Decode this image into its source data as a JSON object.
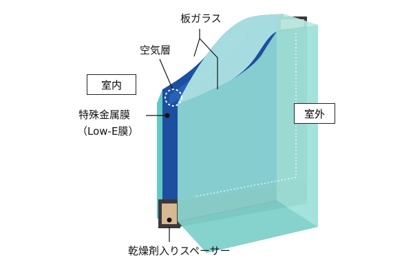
{
  "labels": {
    "plate_glass": "板ガラス",
    "air_layer": "空気層",
    "indoor": "室内",
    "outdoor": "室外",
    "lowe_film_line1": "特殊金属膜",
    "lowe_film_line2": "（Low-E膜）",
    "spacer": "乾燥剤入りスペーサー"
  },
  "colors": {
    "inner_glass_edge": "#5ec6c2",
    "inner_glass_face": "#1d4fa0",
    "outer_glass_face": "#8ed8d2",
    "outer_glass_edge": "#a9e3de",
    "frame_dark": "#3a3a3a",
    "spacer": "#c9a57a",
    "air_layer_circle": "#ffffff"
  }
}
